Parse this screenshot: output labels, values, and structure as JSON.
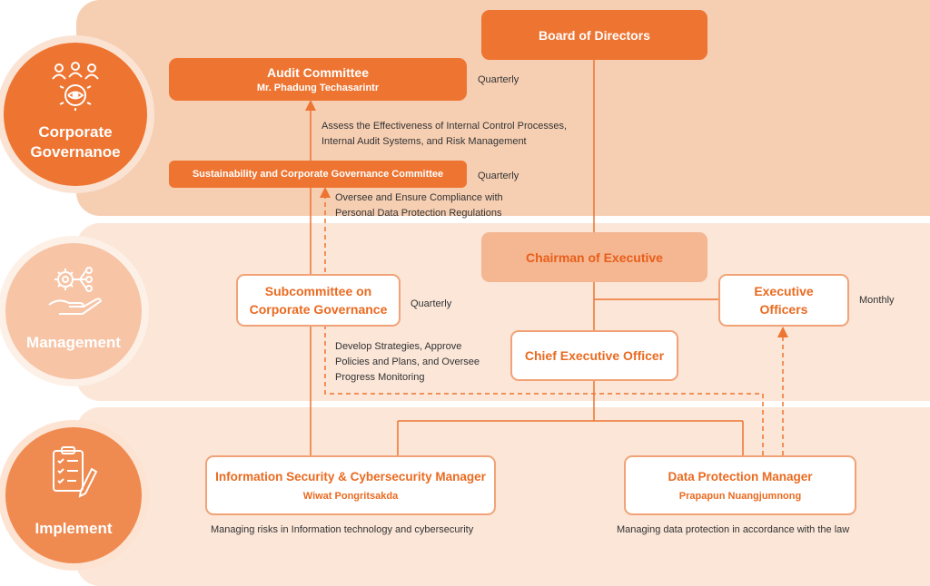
{
  "sections": {
    "governance": "Corporate Governanoe",
    "management": "Management",
    "implement": "Implement"
  },
  "boxes": {
    "board": "Board of Directors",
    "audit_title": "Audit Committee",
    "audit_person": "Mr. Phadung Techasarintr",
    "sustain": "Sustainability and Corporate Governance Committee",
    "chairman": "Chairman of Executive",
    "subcommittee": "Subcommittee on Corporate Governance",
    "ceo": "Chief Executive Officer",
    "exec_officers": "Executive Officers",
    "infosec_title": "Information Security & Cybersecurity Manager",
    "infosec_person": "Wiwat Pongritsakda",
    "dpm_title": "Data Protection Manager",
    "dpm_person": "Prapapun Nuangjumnong"
  },
  "frequencies": {
    "audit": "Quarterly",
    "sustain": "Quarterly",
    "subcommittee": "Quarterly",
    "exec": "Monthly"
  },
  "annotations": {
    "assess_1": "Assess the Effectiveness of Internal Control Processes,",
    "assess_2": "Internal Audit Systems, and Risk Management",
    "oversee_1": "Oversee and Ensure Compliance with",
    "oversee_2": "Personal Data Protection Regulations",
    "develop_1": "Develop Strategies, Approve",
    "develop_2": "Policies and Plans, and Oversee",
    "develop_3": "Progress Monitoring",
    "infosec_desc": "Managing risks in Information technology and cybersecurity",
    "dpm_desc": "Managing data protection in accordance with the law"
  },
  "colors": {
    "accent": "#ee7431",
    "light_band": "#f6cfb3",
    "pale_band": "#fbe6d8"
  },
  "icons": [
    "people-eye-gear-icon",
    "gear-hand-icon",
    "clipboard-checklist-icon"
  ]
}
